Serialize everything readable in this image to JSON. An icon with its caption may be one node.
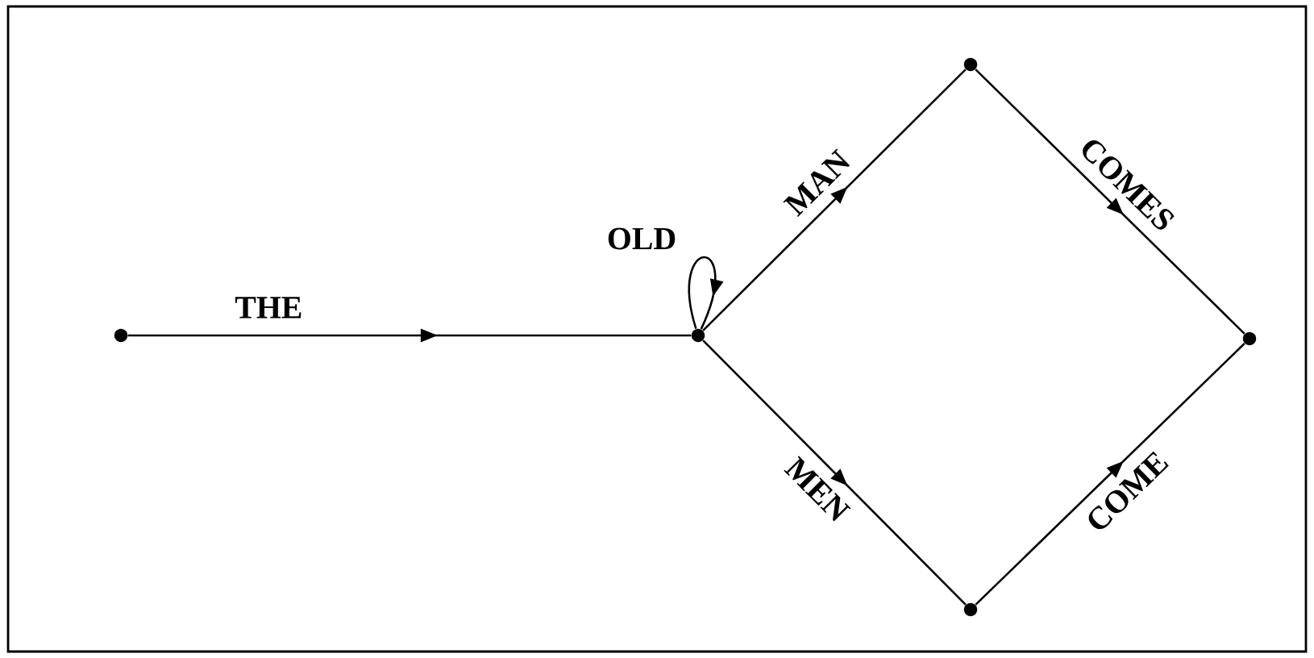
{
  "diagram": {
    "nodes": [
      {
        "text": [],
        "shape": "circle"
      },
      {
        "text": [],
        "shape": "circle"
      },
      {
        "text": [],
        "shape": "circle"
      },
      {
        "text": [],
        "shape": "circle"
      },
      {
        "text": [],
        "shape": "circle"
      }
    ],
    "edges": [
      {
        "from": 0,
        "to": 1,
        "arrow": "to",
        "label": "THE"
      },
      {
        "from": 1,
        "to": 1,
        "arrow": "to",
        "label": "OLD"
      },
      {
        "from": 1,
        "to": 2,
        "arrow": "to",
        "label": "MAN"
      },
      {
        "from": 1,
        "to": 3,
        "arrow": "to",
        "label": "MEN"
      },
      {
        "from": 2,
        "to": 4,
        "arrow": "to",
        "label": "COMES"
      },
      {
        "from": 3,
        "to": 4,
        "arrow": "to",
        "label": "COME"
      }
    ]
  }
}
